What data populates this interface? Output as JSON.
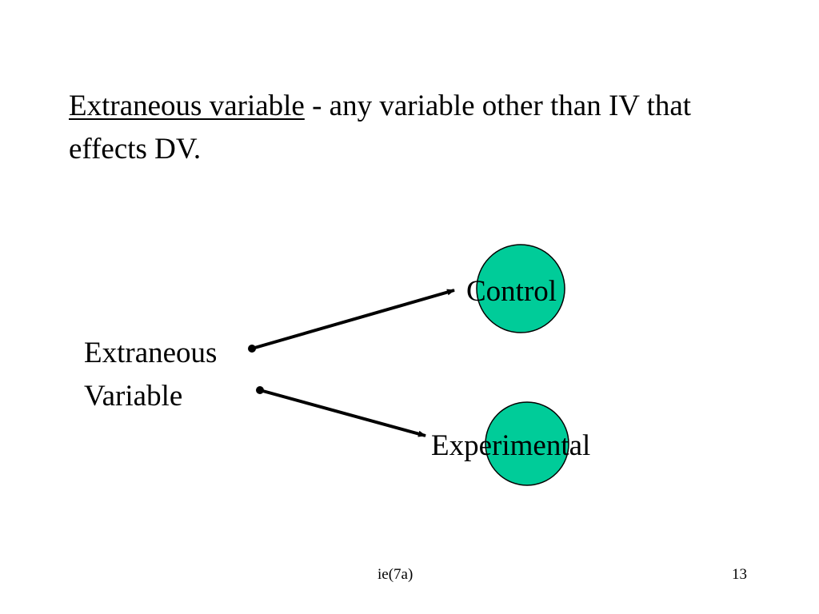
{
  "slide": {
    "definition": {
      "term": "Extraneous variable",
      "text": " - any variable other than IV that effects DV."
    },
    "diagram": {
      "source_line1": "Extraneous",
      "source_line2": "Variable",
      "target_top": "Control",
      "target_bottom": "Experimental",
      "node_fill": "#00CC99",
      "node_stroke": "#000000"
    },
    "footer": {
      "center": "ie(7a)",
      "page_number": "13"
    }
  }
}
